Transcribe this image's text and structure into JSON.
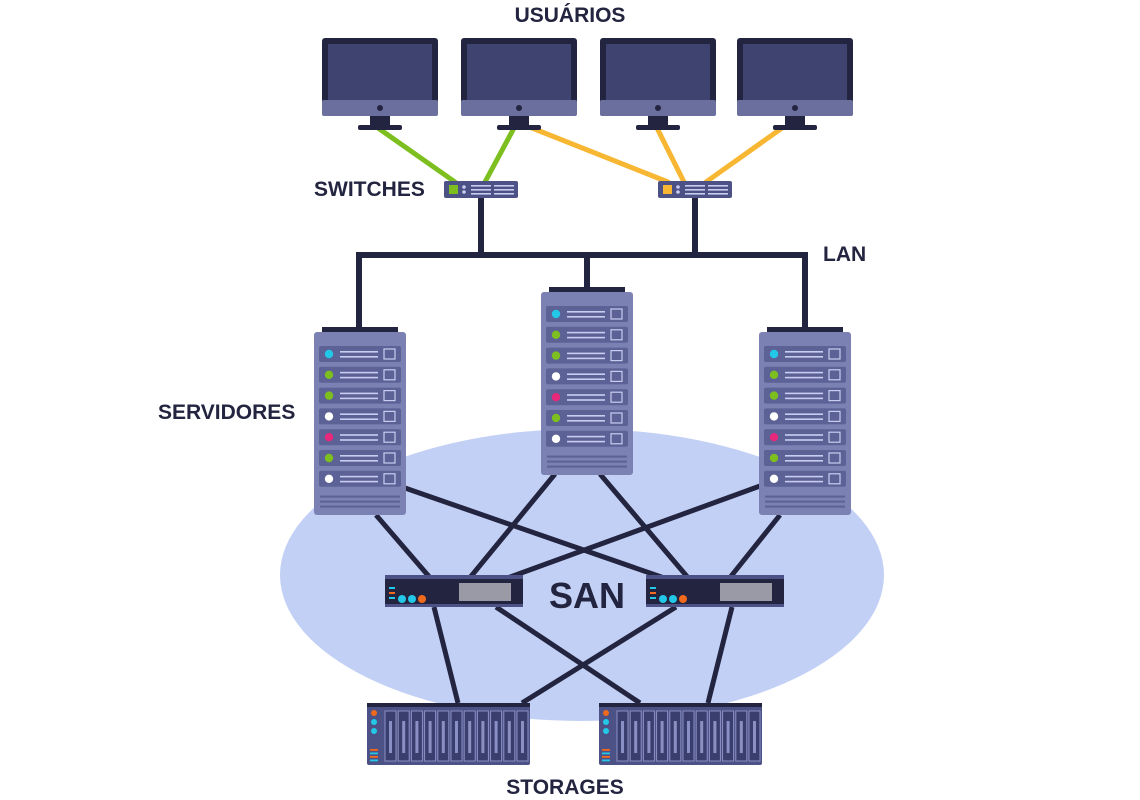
{
  "labels": {
    "users": "USUÁRIOS",
    "switches": "SWITCHES",
    "lan": "LAN",
    "servers": "SERVIDORES",
    "san": "SAN",
    "storages": "STORAGES"
  },
  "colors": {
    "navy": "#23243f",
    "monitor_screen": "#3f4370",
    "monitor_frame": "#23243f",
    "monitor_bezel": "#6b6f9e",
    "link_green": "#7cbf1e",
    "link_yellow": "#f7b733",
    "server_body": "#7b82b3",
    "server_row": "#5c6196",
    "san_zone": "#c3d0f5",
    "led_cyan": "#23c8e8",
    "led_green": "#7cbf1e",
    "led_white": "#ffffff",
    "led_pink": "#e8287a",
    "led_orange": "#f06a1e"
  },
  "diagram": {
    "monitors": [
      "user-monitor-1",
      "user-monitor-2",
      "user-monitor-3",
      "user-monitor-4"
    ],
    "switches": [
      {
        "name": "switch-left",
        "accent": "green"
      },
      {
        "name": "switch-right",
        "accent": "yellow"
      }
    ],
    "servers": [
      {
        "name": "server-left",
        "leds": [
          "cyan",
          "green",
          "green",
          "white",
          "pink",
          "green",
          "white"
        ]
      },
      {
        "name": "server-center",
        "leds": [
          "cyan",
          "green",
          "green",
          "white",
          "pink",
          "green",
          "white"
        ]
      },
      {
        "name": "server-right",
        "leds": [
          "cyan",
          "green",
          "green",
          "white",
          "pink",
          "green",
          "white"
        ]
      }
    ],
    "san_switches": [
      "san-switch-left",
      "san-switch-right"
    ],
    "storages": [
      "storage-left",
      "storage-right"
    ]
  }
}
